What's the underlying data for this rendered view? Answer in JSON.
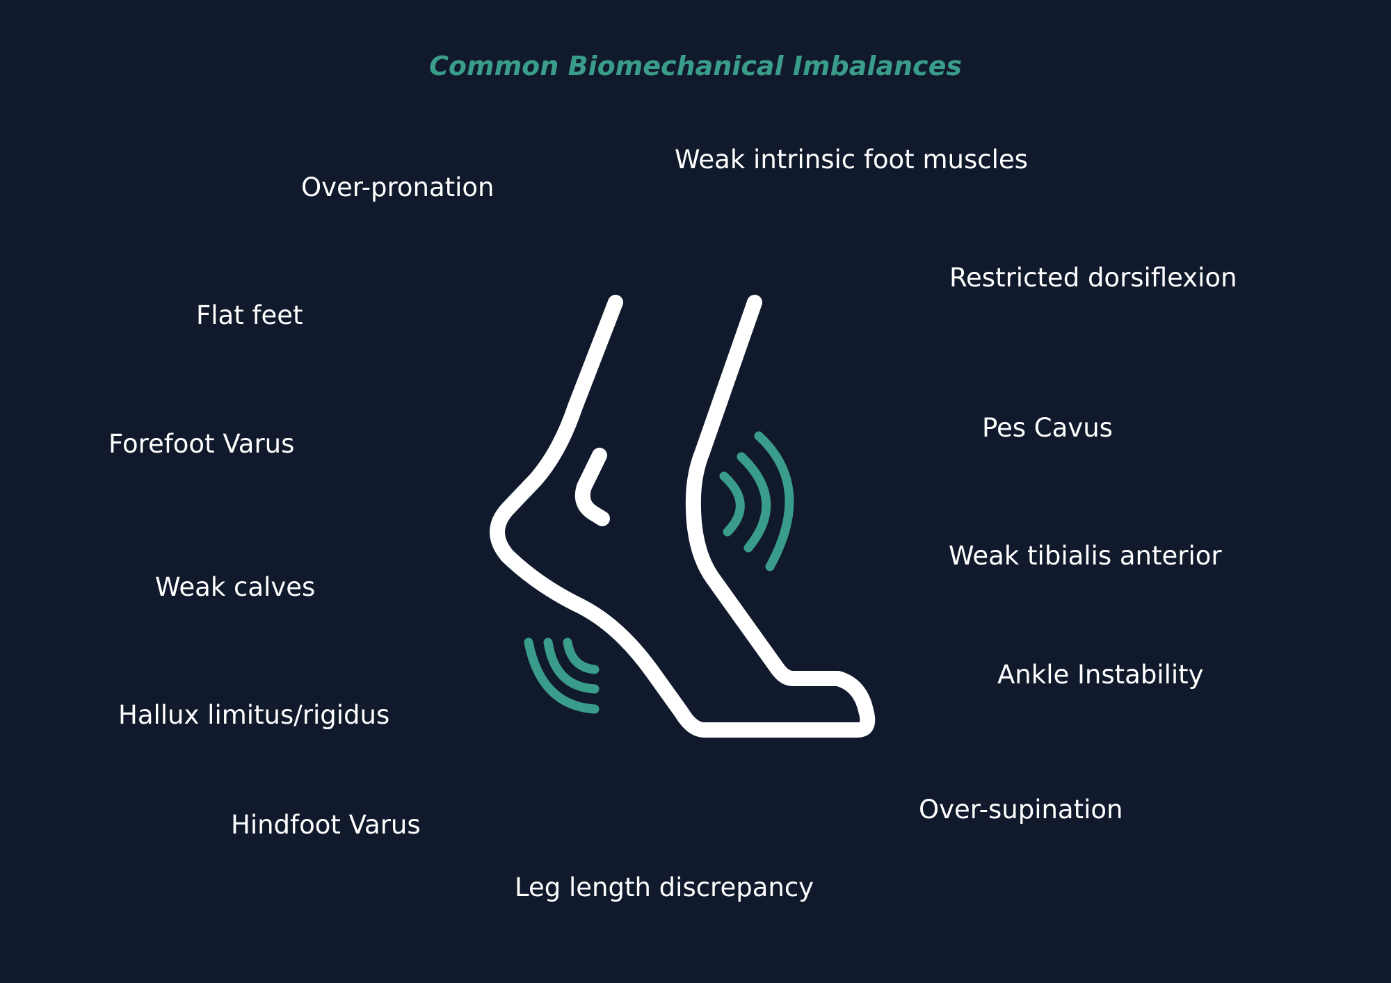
{
  "title": "Common Biomechanical Imbalances",
  "colors": {
    "background": "#111a2c",
    "accent": "#3a9c8a",
    "label": "#ffffff"
  },
  "illustration": {
    "icon": "foot-icon",
    "pain_indicators": [
      "sound-wave-icon",
      "sound-wave-icon"
    ]
  },
  "labels": {
    "over_pronation": "Over-pronation",
    "weak_intrinsic": "Weak intrinsic foot muscles",
    "restricted_dorsiflexion": "Restricted dorsiflexion",
    "flat_feet": "Flat feet",
    "pes_cavus": "Pes Cavus",
    "forefoot_varus": "Forefoot Varus",
    "weak_tibialis": "Weak tibialis anterior",
    "weak_calves": "Weak calves",
    "ankle_instability": "Ankle Instability",
    "hallux": "Hallux limitus/rigidus",
    "over_supination": "Over-supination",
    "hindfoot_varus": "Hindfoot Varus",
    "leg_length": "Leg length discrepancy"
  }
}
